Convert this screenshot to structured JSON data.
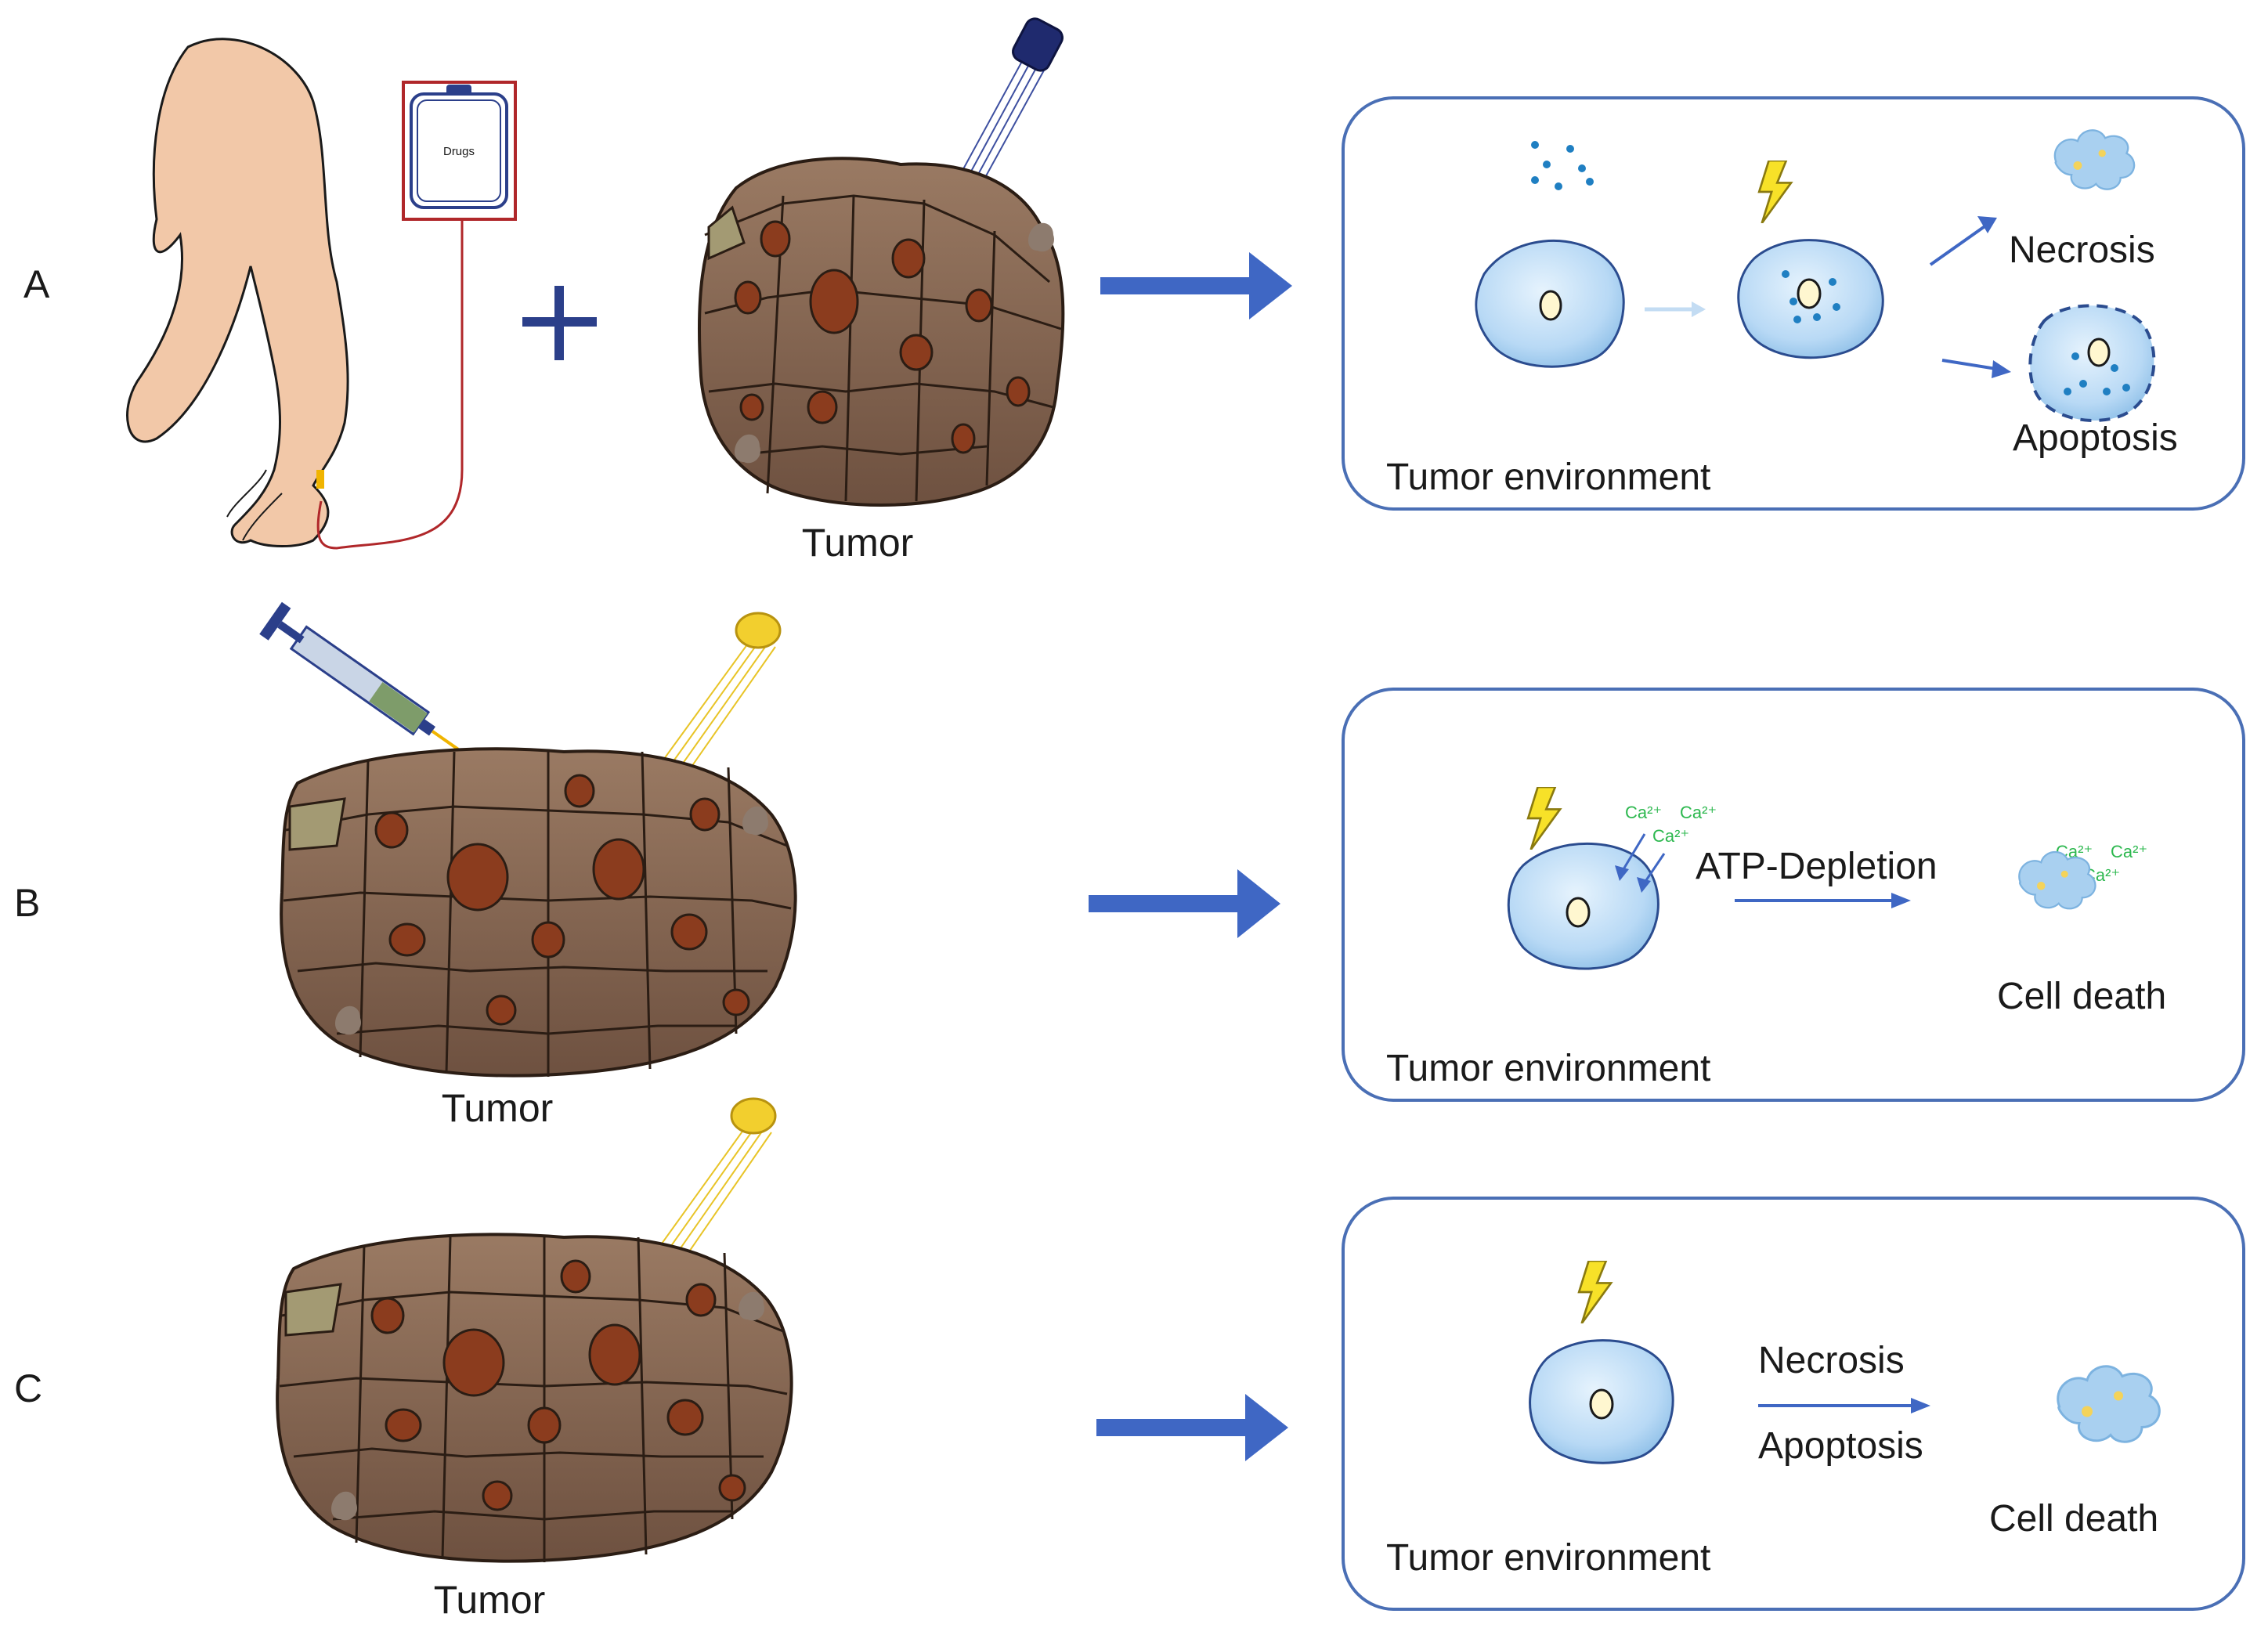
{
  "panels": [
    {
      "letter": "A",
      "tumor_label": "Tumor",
      "drug_bag_label": "Drugs",
      "env_label": "Tumor environment",
      "outcome_1": "Necrosis",
      "outcome_2": "Apoptosis"
    },
    {
      "letter": "B",
      "tumor_label": "Tumor",
      "env_label": "Tumor environment",
      "process_label": "ATP-Depletion",
      "outcome": "Cell death",
      "ion_label": "Ca²⁺"
    },
    {
      "letter": "C",
      "tumor_label": "Tumor",
      "env_label": "Tumor environment",
      "process_label_1": "Necrosis",
      "process_label_2": "Apoptosis",
      "outcome": "Cell death"
    }
  ],
  "colors": {
    "frame": "#4a6fb5",
    "arrow": "#3f67c4",
    "cell_fill": "#b8d9f5",
    "tumor": "#8a6a55",
    "laser_top_a": "#1f2a6e",
    "laser_top_bc": "#e8c427",
    "calcium": "#2db84f",
    "skin": "#f2c8a8",
    "iv_line": "#b0272a"
  }
}
